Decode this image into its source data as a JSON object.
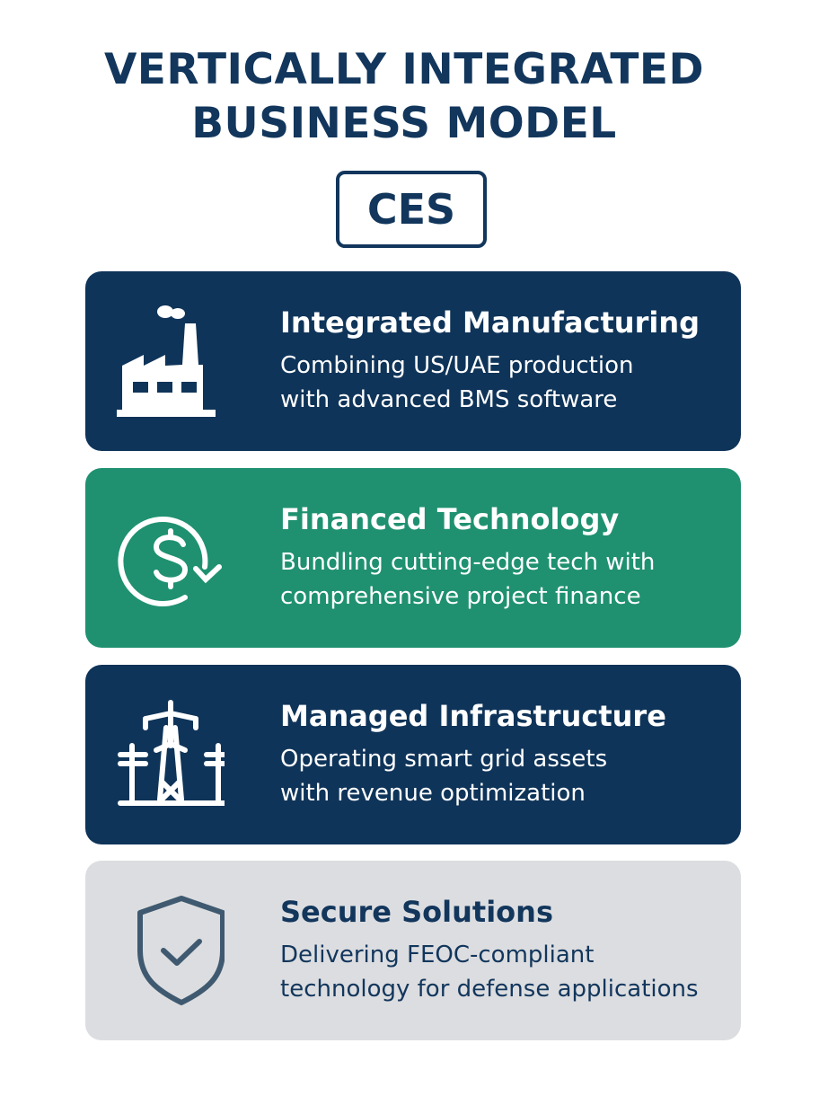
{
  "title": {
    "line1": "VERTICALLY INTEGRATED",
    "line2": "BUSINESS MODEL"
  },
  "badge": "CES",
  "colors": {
    "navy": "#0f3459",
    "green": "#1f9170",
    "gray": "#dcdde0",
    "shield": "#3f5a70"
  },
  "cards": [
    {
      "icon": "factory-icon",
      "heading": "Integrated Manufacturing",
      "line1": "Combining US/UAE production",
      "line2": "with advanced BMS software"
    },
    {
      "icon": "dollar-cycle-icon",
      "heading": "Financed Technology",
      "line1": "Bundling cutting-edge tech with",
      "line2": "comprehensive project finance"
    },
    {
      "icon": "power-tower-icon",
      "heading": "Managed Infrastructure",
      "line1": "Operating smart grid assets",
      "line2": "with revenue optimization"
    },
    {
      "icon": "shield-check-icon",
      "heading": "Secure Solutions",
      "line1": "Delivering FEOC-compliant",
      "line2": "technology for defense applications"
    }
  ]
}
